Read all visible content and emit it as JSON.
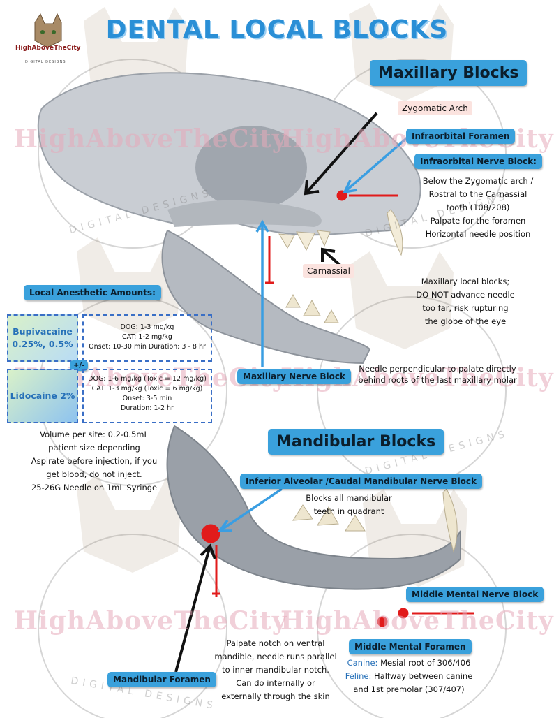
{
  "title": "DENTAL LOCAL BLOCKS",
  "logo": {
    "name": "HighAboveTheCity",
    "sub": "DIGITAL DESIGNS"
  },
  "watermark": {
    "text": "HighAboveTheCity",
    "sub": "DIGITAL DESIGNS"
  },
  "maxillary": {
    "header": "Maxillary Blocks",
    "zygomatic_arch": "Zygomatic Arch",
    "infraorbital_foramen": "Infraorbital Foramen",
    "infraorbital_block": "Infraorbital Nerve Block:",
    "infraorbital_desc": [
      "Below the Zygomatic arch /",
      "Rostral to the Carnassial",
      "tooth (108/208)",
      "Palpate for the foramen",
      "Horizontal needle position"
    ],
    "carnassial": "Carnassial",
    "warning": [
      "Maxillary local blocks;",
      "DO NOT advance needle",
      "too far, risk rupturing",
      "the globe of the eye"
    ],
    "nerve_block": "Maxillary Nerve Block",
    "nerve_block_desc": [
      "Needle perpendicular to palate directly",
      "behind roots of the last maxillary molar"
    ]
  },
  "anesthetic": {
    "header": "Local Anesthetic Amounts:",
    "bupivacaine": {
      "name": [
        "Bupivacaine",
        "0.25%, 0.5%"
      ],
      "dose": [
        "DOG: 1-3 mg/kg",
        "CAT: 1-2 mg/kg",
        "Onset: 10-30 min   Duration: 3 - 8 hr"
      ]
    },
    "plus_minus": "+/-",
    "lidocaine": {
      "name": [
        "Lidocaine 2%"
      ],
      "dose": [
        "DOG: 1-6 mg/kg (Toxic = 12 mg/kg)",
        "CAT: 1-3 mg/kg (Toxic = 6 mg/kg)",
        "Onset: 3-5 min",
        "Duration: 1-2 hr"
      ]
    },
    "notes": [
      "Volume per site: 0.2-0.5mL",
      "patient size depending",
      "Aspirate before injection, if you",
      "get blood, do not inject.",
      "25-26G Needle on 1mL Syringe"
    ]
  },
  "mandibular": {
    "header": "Mandibular Blocks",
    "inferior_alveolar": "Inferior Alveolar /Caudal Mandibular Nerve Block",
    "inferior_desc": [
      "Blocks all mandibular",
      "teeth in quadrant"
    ],
    "middle_mental_block": "Middle Mental Nerve Block",
    "middle_mental_foramen": "Middle Mental Foramen",
    "canine_label": "Canine:",
    "canine_text": "Mesial root of 306/406",
    "feline_label": "Feline:",
    "feline_text": "Halfway between canine",
    "feline_text2": "and 1st premolar (307/407)",
    "palpate_desc": [
      "Palpate notch on ventral",
      "mandible, needle runs parallel",
      "to inner mandibular notch.",
      "Can do internally or",
      "externally through the skin"
    ],
    "mandibular_foramen": "Mandibular Foramen"
  },
  "colors": {
    "accent": "#3aa1dc",
    "title": "#2a8fd6",
    "needle": "#e11b1b",
    "arrow_blue": "#3a9ee2"
  }
}
